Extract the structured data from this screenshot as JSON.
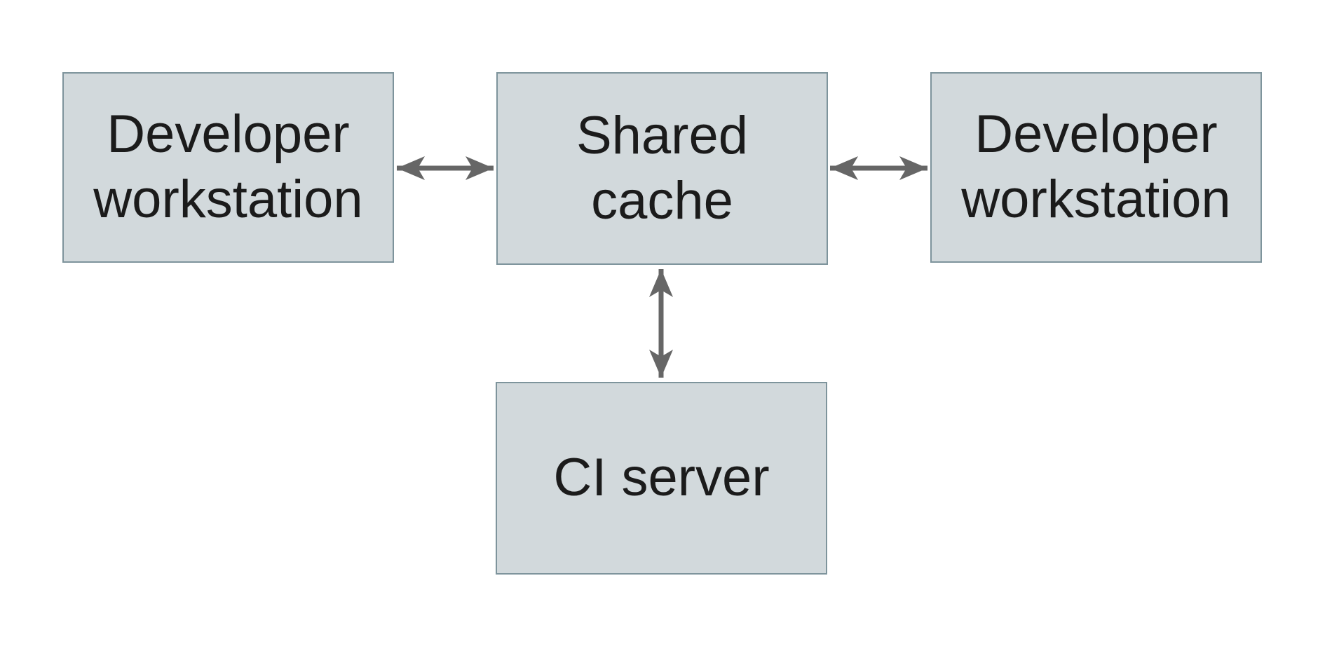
{
  "diagram": {
    "title": "",
    "nodes": [
      {
        "id": "developer-workstation-left",
        "label": "Developer\nworkstation"
      },
      {
        "id": "shared-cache",
        "label": "Shared\ncache"
      },
      {
        "id": "developer-workstation-right",
        "label": "Developer\nworkstation"
      },
      {
        "id": "ci-server",
        "label": "CI server"
      }
    ],
    "edges": [
      {
        "from": "developer-workstation-left",
        "to": "shared-cache",
        "direction": "bidirectional"
      },
      {
        "from": "shared-cache",
        "to": "developer-workstation-right",
        "direction": "bidirectional"
      },
      {
        "from": "shared-cache",
        "to": "ci-server",
        "direction": "bidirectional"
      }
    ],
    "colors": {
      "node_fill": "#d2d9dc",
      "node_border": "#7e949c",
      "arrow": "#666666",
      "text": "#1b1b1b",
      "background": "#ffffff"
    }
  }
}
